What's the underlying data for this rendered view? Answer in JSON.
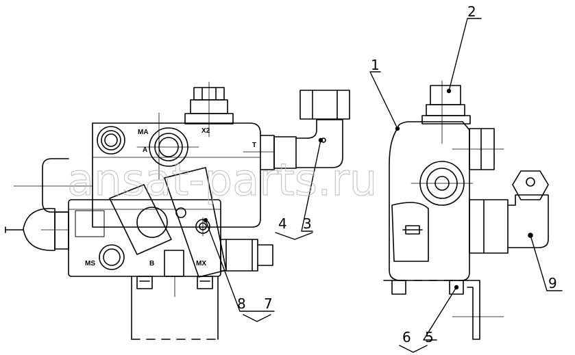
{
  "drawing": {
    "watermark": "ansat-parts.ru",
    "callouts": [
      "1",
      "2",
      "3",
      "4",
      "5",
      "6",
      "7",
      "8",
      "9"
    ],
    "port_labels": [
      "MA",
      "A",
      "X2",
      "T",
      "MS",
      "B",
      "MX"
    ],
    "colors": {
      "line": "#000000",
      "background": "#ffffff",
      "watermark": "#b8b8b8"
    }
  }
}
